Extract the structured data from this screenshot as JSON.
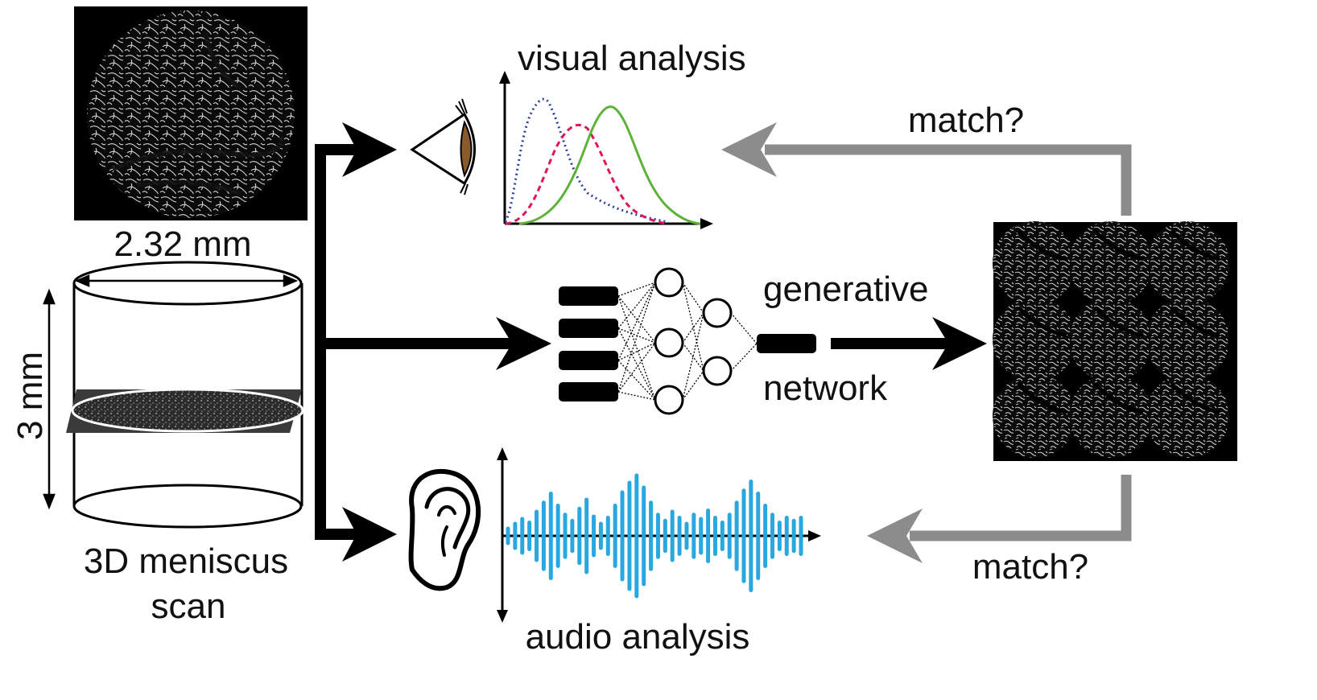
{
  "labels": {
    "diameter": "2.32 mm",
    "height": "3 mm",
    "scan_line1": "3D meniscus",
    "scan_line2": "scan",
    "visual": "visual analysis",
    "audio": "audio analysis",
    "generative": "generative",
    "network": "network",
    "match_top": "match?",
    "match_bottom": "match?"
  },
  "colors": {
    "arrow_main": "#000000",
    "arrow_feedback": "#8c8c8c",
    "curve_blue": "#2f3f9c",
    "curve_red": "#e0145a",
    "curve_green": "#5cb338",
    "waveform": "#29a8e0",
    "iris": "#8b5a2b"
  },
  "icons": [
    "eye-icon",
    "ear-icon",
    "neural-network-icon"
  ],
  "waveform_amplitudes": [
    0.12,
    0.2,
    0.28,
    0.22,
    0.4,
    0.55,
    0.7,
    0.5,
    0.35,
    0.25,
    0.45,
    0.6,
    0.32,
    0.2,
    0.3,
    0.5,
    0.72,
    0.88,
    1.0,
    0.8,
    0.55,
    0.35,
    0.25,
    0.4,
    0.3,
    0.2,
    0.35,
    0.28,
    0.42,
    0.3,
    0.22,
    0.35,
    0.55,
    0.75,
    0.9,
    0.7,
    0.5,
    0.35,
    0.22,
    0.3,
    0.25,
    0.3
  ]
}
